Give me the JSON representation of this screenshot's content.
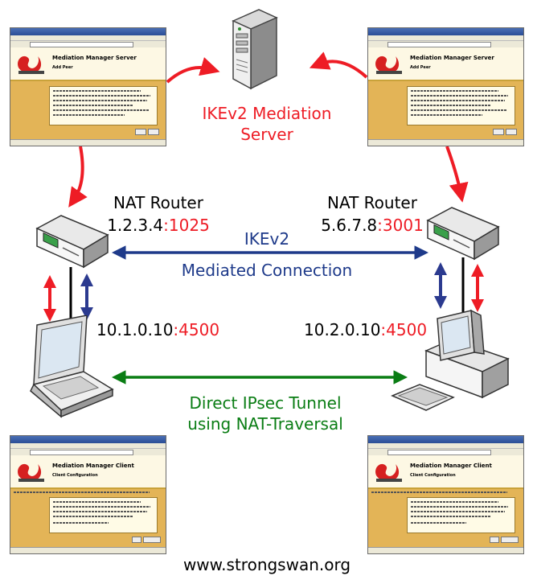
{
  "server_label_line1": "IKEv2 Mediation",
  "server_label_line2": "Server",
  "left_router": {
    "title": "NAT Router",
    "ip": "1.2.3.4",
    "port": ":1025"
  },
  "right_router": {
    "title": "NAT Router",
    "ip": "5.6.7.8",
    "port": ":3001"
  },
  "ikev2_label": "IKEv2",
  "mediated_label": "Mediated Connection",
  "left_host": {
    "ip": "10.1.0.10",
    "port": ":4500"
  },
  "right_host": {
    "ip": "10.2.0.10",
    "port": ":4500"
  },
  "tunnel_line1": "Direct IPsec Tunnel",
  "tunnel_line2": "using NAT-Traversal",
  "footer_url": "www.strongswan.org",
  "windows": {
    "top_left": {
      "title": "Mediation Manager Server",
      "subtitle": "Add Peer"
    },
    "top_right": {
      "title": "Mediation Manager Server",
      "subtitle": "Add Peer"
    },
    "bottom_left": {
      "title": "Mediation Manager Client",
      "subtitle": "Client Configuration"
    },
    "bottom_right": {
      "title": "Mediation Manager Client",
      "subtitle": "Client Configuration"
    }
  },
  "colors": {
    "red": "#ee1c25",
    "blue": "#1e3a8a",
    "green": "#0a7d14"
  }
}
